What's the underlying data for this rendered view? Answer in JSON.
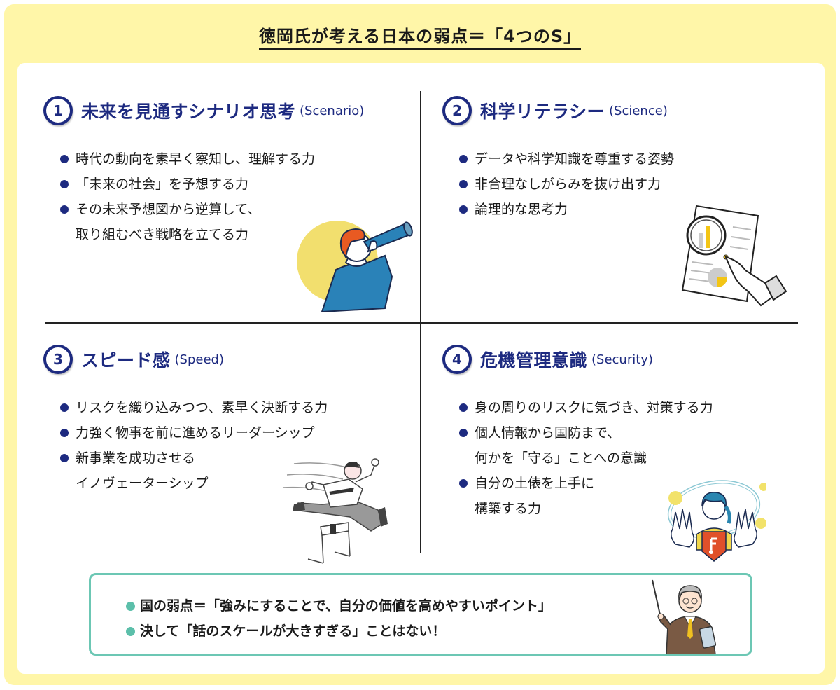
{
  "title": "徳岡氏が考える日本の弱点＝「4つのS」",
  "colors": {
    "frame": "#fff6a8",
    "heading": "#1d2a80",
    "bullet": "#1d2a80",
    "summary_border": "#6cc7b4",
    "summary_bullet": "#5cbfaa"
  },
  "quadrants": [
    {
      "number": "1",
      "title": "未来を見通すシナリオ思考",
      "english": "(Scenario)",
      "items": [
        [
          "時代の動向を素早く察知し、理解する力"
        ],
        [
          "「未来の社会」を予想する力"
        ],
        [
          "その未来予想図から逆算して、",
          "取り組むべき戦略を立てる力"
        ]
      ],
      "illustration": "person-with-telescope-icon"
    },
    {
      "number": "2",
      "title": "科学リテラシー",
      "english": "(Science)",
      "items": [
        [
          "データや科学知識を尊重する姿勢"
        ],
        [
          "非合理なしがらみを抜け出す力"
        ],
        [
          "論理的な思考力"
        ]
      ],
      "illustration": "magnifier-over-document-icon"
    },
    {
      "number": "3",
      "title": "スピード感",
      "english": "(Speed)",
      "items": [
        [
          "リスクを織り込みつつ、素早く決断する力"
        ],
        [
          "力強く物事を前に進めるリーダーシップ"
        ],
        [
          "新事業を成功させる",
          "イノヴェーターシップ"
        ]
      ],
      "illustration": "businessman-jumping-hurdle-icon"
    },
    {
      "number": "4",
      "title": "危機管理意識",
      "english": "(Security)",
      "items": [
        [
          "身の周りのリスクに気づき、対策する力"
        ],
        [
          "個人情報から国防まで、",
          "何かを「守る」ことへの意識"
        ],
        [
          "自分の土俵を上手に",
          "構築する力"
        ]
      ],
      "illustration": "person-with-shield-icon"
    }
  ],
  "summary": {
    "items": [
      "国の弱点＝「強みにすることで、自分の価値を高めやすいポイント」",
      "決して「話のスケールが大きすぎる」ことはない！"
    ],
    "illustration": "teacher-with-pointer-icon"
  }
}
